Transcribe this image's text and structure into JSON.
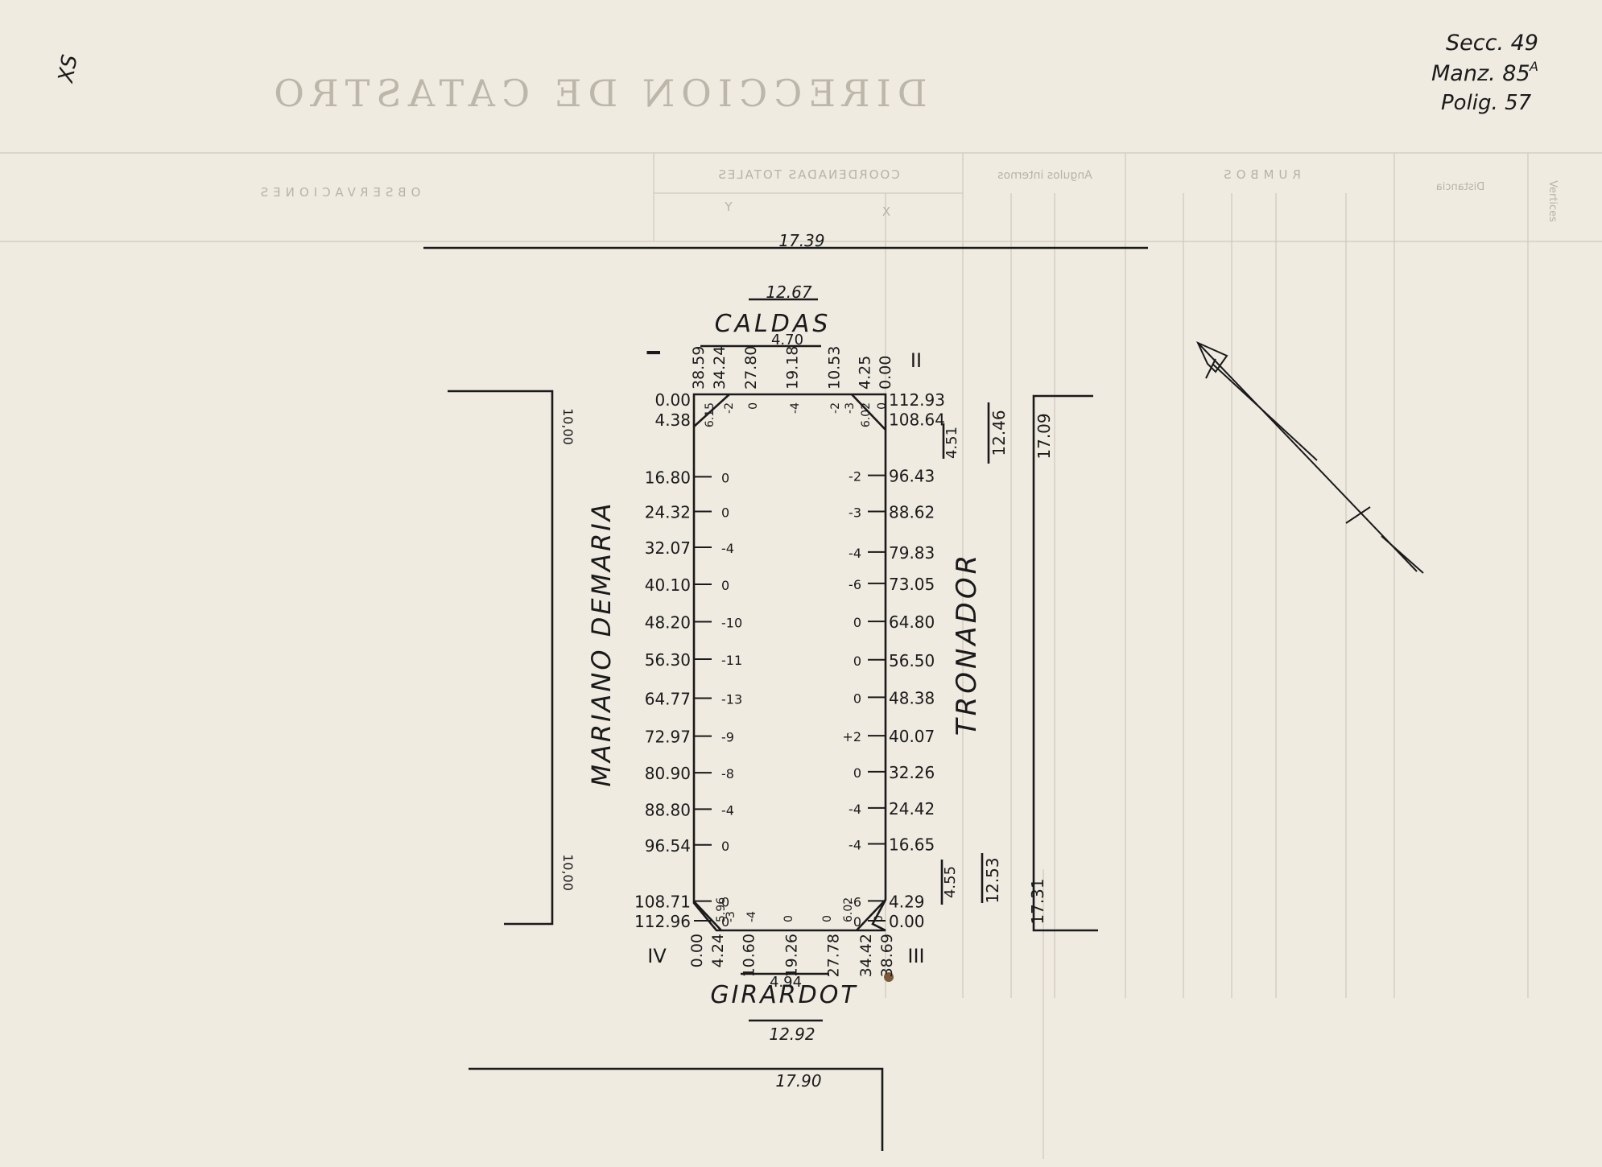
{
  "header_notes": {
    "seccion": "Secc. 49",
    "manzana": "Manz. 85",
    "manzana_sup": "A",
    "poligono": "Polig. 57",
    "corner_mark": "XS"
  },
  "form_ghost": {
    "title": "DIRECCION DE CATASTRO",
    "coordenadas": "COORDENADAS TOTALES",
    "col_x": "X",
    "col_y": "Y",
    "angulos": "Angulos internos",
    "rumbos": "RUMBOS",
    "distancia": "Distancia",
    "vertices": "Vertices",
    "observaciones": "OBSERVACIONES"
  },
  "streets": {
    "top": "CALDAS",
    "bottom": "GIRARDOT",
    "left": "MARIANO DEMARIA",
    "right": "TRONADOR"
  },
  "widths": {
    "top_outer": "17.39",
    "top_inner": "12.67",
    "bottom_inner": "12.92",
    "bottom_outer": "17.90",
    "left_upper": "10,00",
    "left_lower": "10,00",
    "right_upper_inner": "12.46",
    "right_upper_outer": "17.09",
    "right_lower_inner": "12.53",
    "right_lower_outer": "17.31",
    "chamfer_top": "4.70",
    "chamfer_bottom": "4.94",
    "chamfer_right_top": "4.51",
    "chamfer_right_bottom": "4.55"
  },
  "vertices": {
    "v1": "I",
    "v2": "II",
    "v3": "III",
    "v4": "IV"
  },
  "top_side": {
    "distances": [
      "38.59",
      "34.24",
      "27.80",
      "19.18",
      "10.53",
      "4.25",
      "0.00"
    ],
    "levels": [
      "6.15",
      "-2",
      "0",
      "-4",
      "-2",
      "-3",
      "6.02",
      "0"
    ]
  },
  "bottom_side": {
    "distances": [
      "0.00",
      "4.24",
      "10.60",
      "19.26",
      "27.78",
      "34.42",
      "38.69"
    ],
    "levels": [
      "5.96",
      "-3",
      "-4",
      "0",
      "0",
      "6.02",
      "0"
    ]
  },
  "left_side": {
    "distances": [
      "0.00",
      "4.38",
      "16.80",
      "24.32",
      "32.07",
      "40.10",
      "48.20",
      "56.30",
      "64.77",
      "72.97",
      "80.90",
      "88.80",
      "96.54",
      "108.71",
      "112.96"
    ],
    "levels": [
      "0",
      "0",
      "-4",
      "0",
      "-10",
      "-11",
      "-13",
      "-9",
      "-8",
      "-4",
      "0",
      "0",
      "0"
    ]
  },
  "right_side": {
    "distances": [
      "112.93",
      "108.64",
      "96.43",
      "88.62",
      "79.83",
      "73.05",
      "64.80",
      "56.50",
      "48.38",
      "40.07",
      "32.26",
      "24.42",
      "16.65",
      "4.29",
      "0.00"
    ],
    "levels": [
      "-2",
      "-3",
      "-4",
      "-6",
      "0",
      "0",
      "0",
      "+2",
      "0",
      "-4",
      "-4",
      "-6",
      "0"
    ]
  },
  "colors": {
    "paper": "#efebe1",
    "ink": "#1a1a1a",
    "ghost": "#bdb7aa",
    "corner_dot": "#7a5a3a"
  }
}
